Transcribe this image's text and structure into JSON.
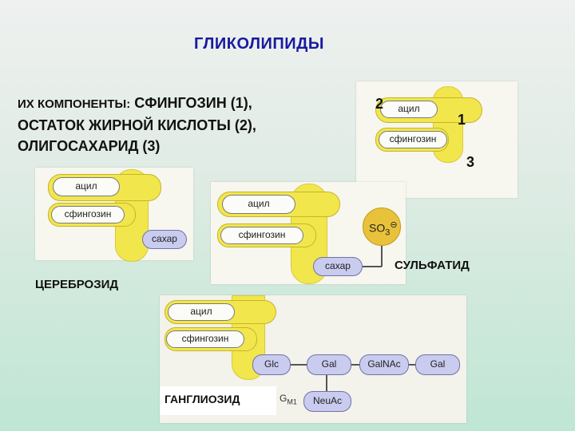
{
  "title": "ГЛИКОЛИПИДЫ",
  "components": {
    "intro": "ИХ КОМПОНЕНТЫ:",
    "line1": "СФИНГОЗИН (1),",
    "line2": "ОСТАТОК ЖИРНОЙ КИСЛОТЫ (2),",
    "line3": "ОЛИГОСАХАРИД (3)"
  },
  "legend_panel": {
    "acyl": "ацил",
    "sphingosine": "сфингозин",
    "n1": "1",
    "n2": "2",
    "n3": "3"
  },
  "cerebroside": {
    "acyl": "ацил",
    "sphingosine": "сфингозин",
    "sugar": "сахар",
    "label": "ЦЕРЕБРОЗИД"
  },
  "sulfatide": {
    "acyl": "ацил",
    "sphingosine": "сфингозин",
    "sugar": "сахар",
    "so3": "SO",
    "so3_sub": "3",
    "so3_charge": "⊖",
    "label": "СУЛЬФАТИД"
  },
  "ganglioside": {
    "acyl": "ацил",
    "sphingosine": "сфингозин",
    "sugars": [
      "Glc",
      "Gal",
      "GalNAc",
      "Gal"
    ],
    "branch": "NeuAc",
    "name_prefix": "G",
    "name_sub": "M1",
    "label": "ГАНГЛИОЗИД"
  },
  "colors": {
    "title": "#1a1aa0",
    "lipid_yellow": "#f2e64d",
    "sugar_lavender": "#c9cbef",
    "sulfate_gold": "#e8c23a"
  }
}
